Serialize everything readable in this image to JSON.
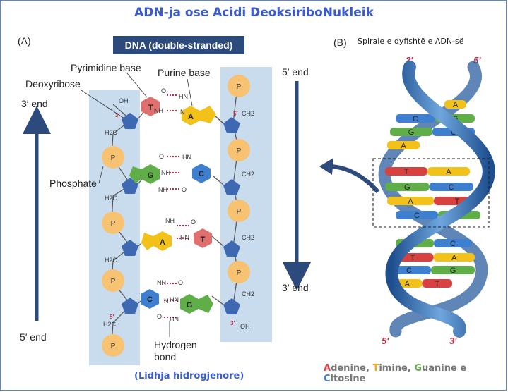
{
  "title": "ADN-ja ose Acidi DeoksiriboNukleik",
  "panel_a": {
    "label": "(A)",
    "header": "DNA (double-stranded)",
    "three_prime_end": "3′ end",
    "five_prime_end": "5′ end",
    "right_five_prime_end": "5′ end",
    "right_three_prime_end": "3′ end",
    "pyrimidine_base": "Pyrimidine base",
    "purine_base": "Purine base",
    "deoxyribose": "Deoxyribose",
    "phosphate": "Phosphate",
    "hydrogen_bond_line1": "Hydrogen",
    "hydrogen_bond_line2": "bond",
    "phosphate_letter": "P",
    "oh": "OH",
    "ch2": "CH2",
    "h2c": "H2C",
    "o": "O",
    "nh": "NH",
    "hn": "HN",
    "n": "N",
    "prime3": "3′",
    "prime5": "5′",
    "pairs": [
      {
        "left": "T",
        "right": "A"
      },
      {
        "left": "G",
        "right": "C"
      },
      {
        "left": "A",
        "right": "T"
      },
      {
        "left": "C",
        "right": "G"
      }
    ]
  },
  "panel_b": {
    "label": "(B)",
    "title": "Spirale e dyfishtë e ADN-së",
    "top_left": "3′",
    "top_right": "5′",
    "bottom_left": "5′",
    "bottom_right": "3′",
    "rungs": [
      {
        "l": "",
        "r": "A"
      },
      {
        "l": "C",
        "r": "G"
      },
      {
        "l": "G",
        "r": "C"
      },
      {
        "l": "A",
        "r": ""
      },
      {
        "l": "T",
        "r": "A"
      },
      {
        "l": "G",
        "r": "C"
      },
      {
        "l": "A",
        "r": "T"
      },
      {
        "l": "C",
        "r": "G"
      },
      {
        "l": "G",
        "r": "C"
      },
      {
        "l": "T",
        "r": "A"
      },
      {
        "l": "C",
        "r": "G"
      },
      {
        "l": "A",
        "r": "T"
      }
    ]
  },
  "caption": "(Lidhja hidrogjenore)",
  "legend": {
    "adenine_initial": "A",
    "adenine_rest": "denine, ",
    "timine_initial": "T",
    "timine_rest": "imine, ",
    "guanine_initial": "G",
    "guanine_rest": "uanine e ",
    "citosine_initial": "C",
    "citosine_rest": "itosine"
  },
  "colors": {
    "A": "#f2c21b",
    "T": "#d94040",
    "G": "#5fae48",
    "C": "#3f7fd0",
    "phosphate": "#f7c272",
    "sugar": "#3f68b3",
    "strand_band": "#c9dcee",
    "header_bg": "#2c4a7c",
    "arrow": "#2c4a7c",
    "helix": "#3a73b8",
    "title": "#3a5bd0"
  }
}
